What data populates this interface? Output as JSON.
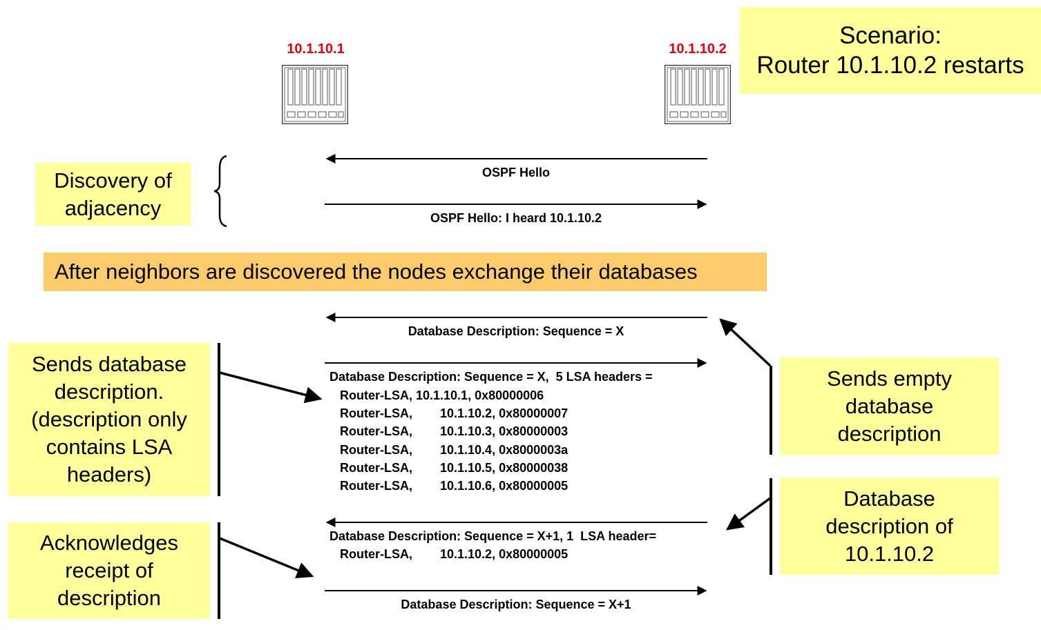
{
  "routers": {
    "left": {
      "address": "10.1.10.1"
    },
    "right": {
      "address": "10.1.10.2"
    }
  },
  "scenario": {
    "line1": "Scenario:",
    "line2": "Router 10.1.10.2 restarts"
  },
  "notes": {
    "discovery": "Discovery of adjacency",
    "sends_db": "Sends database description. (description only contains LSA headers)",
    "acknowledges": "Acknowledges receipt of description",
    "sends_empty": "Sends empty database description",
    "db_of": "Database description of 10.1.10.2"
  },
  "banner": "After neighbors are discovered the nodes exchange their databases",
  "messages": {
    "hello1": "OSPF Hello",
    "hello2": "OSPF Hello: I heard 10.1.10.2",
    "dd1": "Database Description: Sequence = X",
    "dd2_header": "Database Description: Sequence = X,  5 LSA headers =",
    "dd2_lines": [
      "   Router-LSA, 10.1.10.1, 0x80000006",
      "   Router-LSA,        10.1.10.2, 0x80000007",
      "   Router-LSA,        10.1.10.3, 0x80000003",
      "   Router-LSA,        10.1.10.4, 0x8000003a",
      "   Router-LSA,        10.1.10.5, 0x80000038",
      "   Router-LSA,        10.1.10.6, 0x80000005"
    ],
    "dd3_header": "Database Description: Sequence = X+1, 1  LSA header=",
    "dd3_line": "   Router-LSA,        10.1.10.2, 0x80000005",
    "dd4": "Database Description: Sequence = X+1"
  },
  "colors": {
    "router_label": "#e8000b",
    "note_bg": "#ffff9c",
    "banner_bg": "#fccc6c"
  }
}
